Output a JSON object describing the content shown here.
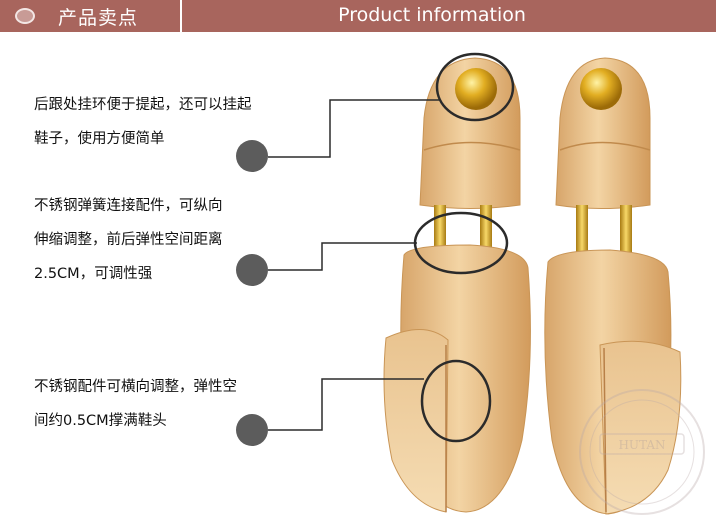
{
  "header": {
    "left_title": "产品卖点",
    "right_title": "Product information"
  },
  "features": [
    {
      "text": "后跟处挂环便于提起，还可以挂起\n鞋子，使用方便简单"
    },
    {
      "text": "不锈钢弹簧连接配件，可纵向\n伸缩调整，前后弹性空间距离\n2.5CM，可调性强"
    },
    {
      "text": "不锈钢配件可横向调整，弹性空\n间约0.5CM撑满鞋头"
    }
  ],
  "colors": {
    "header_bg": "#a8655d",
    "wood": "#e8c08c",
    "brass": "#d9a21e",
    "bullet": "#5c5c5c"
  }
}
